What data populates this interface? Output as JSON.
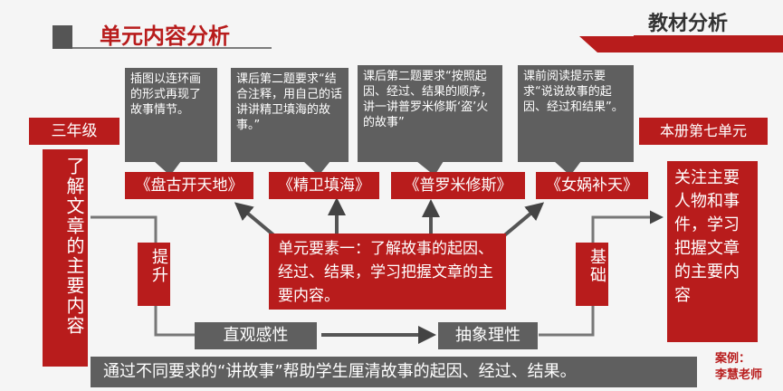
{
  "header": {
    "unit_title": "单元内容分析",
    "section_title": "教材分析"
  },
  "left": {
    "grade": "三年级",
    "goal": "了解文章的主要内容",
    "promote": "提升"
  },
  "right": {
    "unit": "本册第七单元",
    "goal": "关注主要人物和事件，学习把握文章的主要内容",
    "basis": "基础"
  },
  "callouts": [
    {
      "text": "插图以连环画的形式再现了故事情节。"
    },
    {
      "text": "课后第二题要求“结合注释，用自己的话讲讲精卫填海的故事。”"
    },
    {
      "text": "课后第二题要求“按照起因、经过、结果的顺序，讲一讲普罗米修斯‘盗’火的故事”"
    },
    {
      "text": "课前阅读提示要求“说说故事的起因、经过和结果”。"
    }
  ],
  "stories": [
    "《盘古开天地》",
    "《精卫填海》",
    "《普罗米修斯》",
    "《女娲补天》"
  ],
  "center": "单元要素一：了解故事的起因、经过、结果，学习把握文章的主要内容。",
  "flow": {
    "left": "直观感性",
    "right": "抽象理性"
  },
  "bottom": "通过不同要求的“讲故事”帮助学生厘清故事的起因、经过、结果。",
  "credit": {
    "line1": "案例：",
    "line2": "李慧老师"
  },
  "colors": {
    "accent": "#b81c1c",
    "dark": "#5f5f5f"
  }
}
